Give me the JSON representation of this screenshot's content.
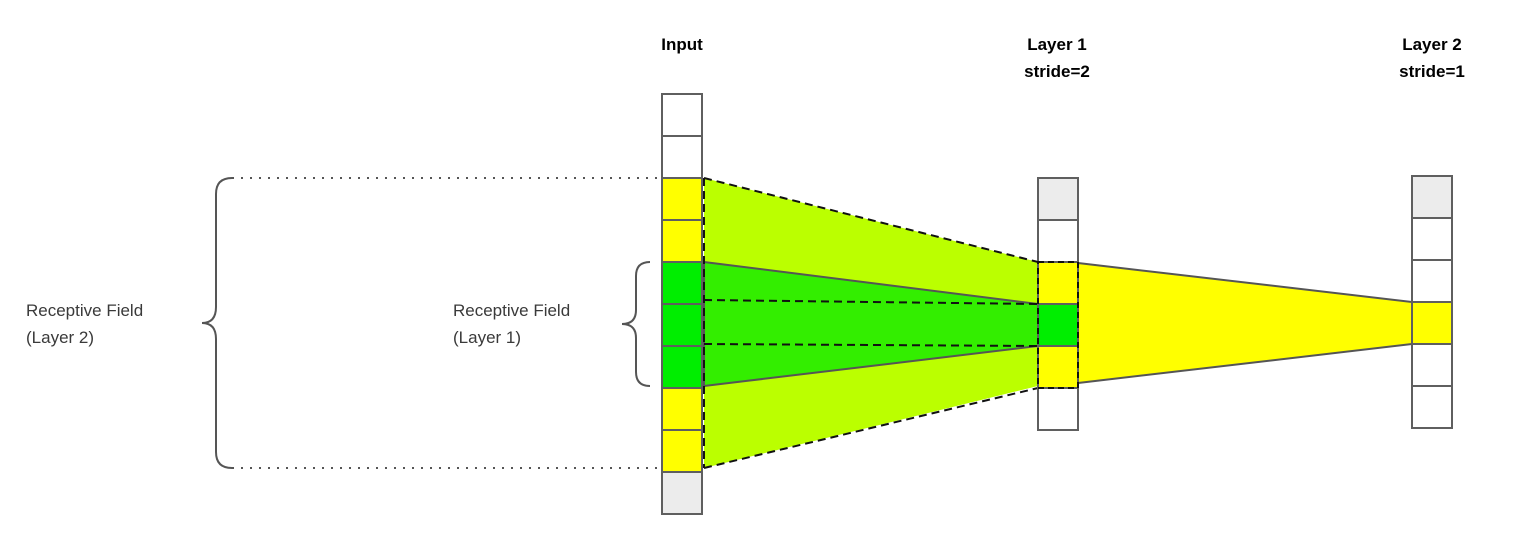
{
  "headers": {
    "input": "Input",
    "layer1": {
      "line1": "Layer 1",
      "line2": "stride=2"
    },
    "layer2": {
      "line1": "Layer 2",
      "line2": "stride=1"
    }
  },
  "labels": {
    "rf_layer2": {
      "line1": "Receptive Field",
      "line2": "(Layer 2)"
    },
    "rf_layer1": {
      "line1": "Receptive Field",
      "line2": "(Layer 1)"
    }
  },
  "colors": {
    "yellow": "#ffff00",
    "green": "#00ee00",
    "lime_wedge": "#bbff00",
    "green_wedge": "#33ee00",
    "grey_cell": "#ececec",
    "white_cell": "#ffffff"
  },
  "columns": {
    "input": [
      "white",
      "white",
      "yellow",
      "yellow",
      "green",
      "green",
      "green",
      "yellow",
      "yellow",
      "grey"
    ],
    "layer1": [
      "grey",
      "white",
      "yellow",
      "green",
      "yellow",
      "white"
    ],
    "layer2": [
      "grey",
      "white",
      "white",
      "yellow",
      "white",
      "white"
    ]
  }
}
